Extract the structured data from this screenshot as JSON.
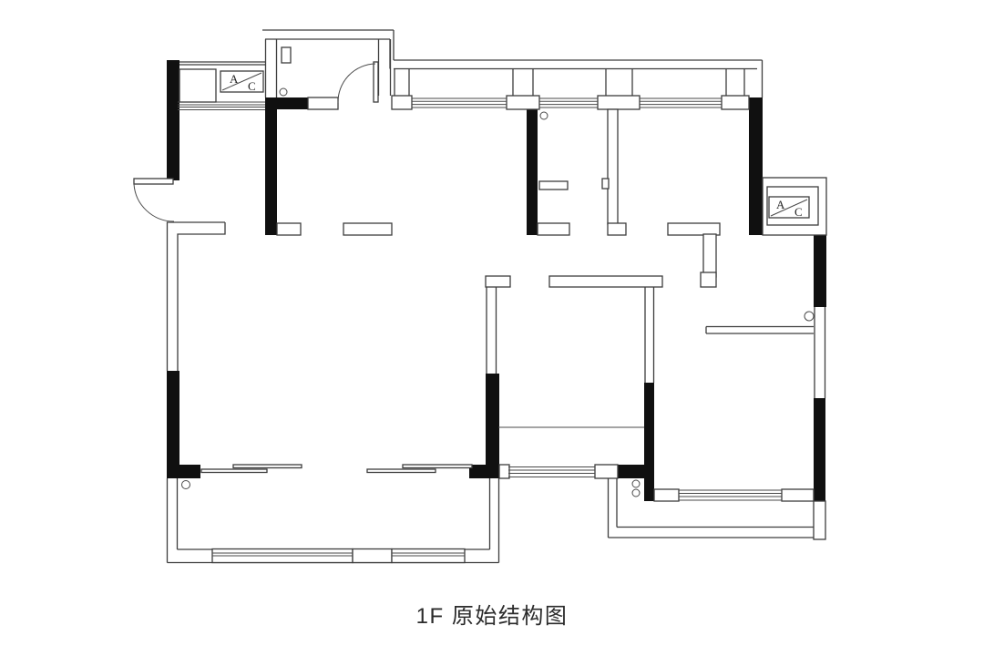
{
  "page": {
    "background": "#ffffff"
  },
  "plan": {
    "caption": "1F 原始结构图",
    "line_color": "#3d3d3d",
    "wall_fill": "#101010",
    "ac_units": [
      {
        "label_a": "A",
        "label_c": "C"
      },
      {
        "label_a": "A",
        "label_c": "C"
      }
    ]
  }
}
